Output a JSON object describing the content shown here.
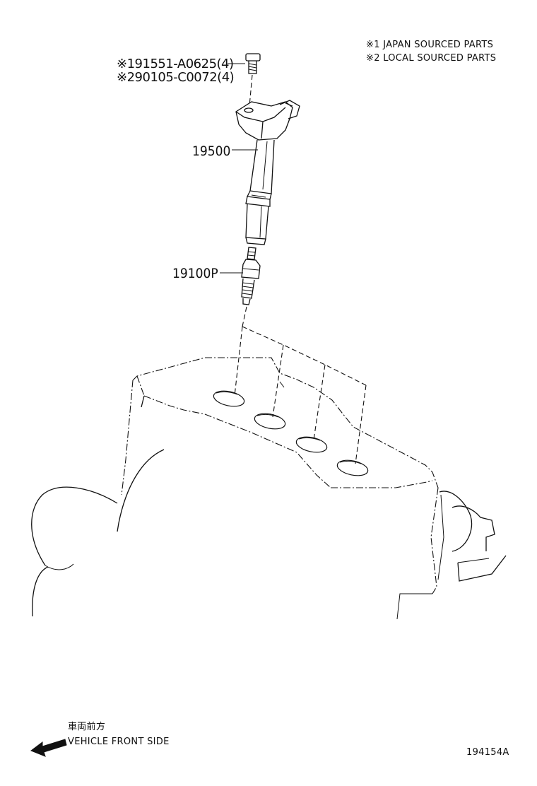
{
  "notes": {
    "note1": "※1 JAPAN SOURCED PARTS",
    "note2": "※2 LOCAL SOURCED PARTS"
  },
  "parts": {
    "bolt_japan": "※191551-A0625(4)",
    "bolt_local": "※290105-C0072(4)",
    "ignition_coil": "19500",
    "spark_plug": "19100P"
  },
  "direction": {
    "japanese": "車両前方",
    "english": "VEHICLE FRONT SIDE"
  },
  "diagram_id": "194154A"
}
